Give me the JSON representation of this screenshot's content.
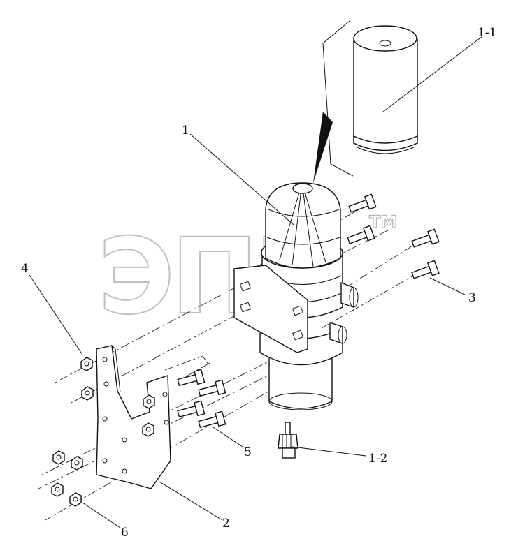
{
  "watermark": {
    "text": "ЭПП",
    "trademark": "TM"
  },
  "callouts": [
    {
      "id": "1-1",
      "label": "1-1"
    },
    {
      "id": "1",
      "label": "1"
    },
    {
      "id": "4",
      "label": "4"
    },
    {
      "id": "3",
      "label": "3"
    },
    {
      "id": "5",
      "label": "5"
    },
    {
      "id": "1-2",
      "label": "1-2"
    },
    {
      "id": "2",
      "label": "2"
    },
    {
      "id": "6",
      "label": "6"
    }
  ]
}
